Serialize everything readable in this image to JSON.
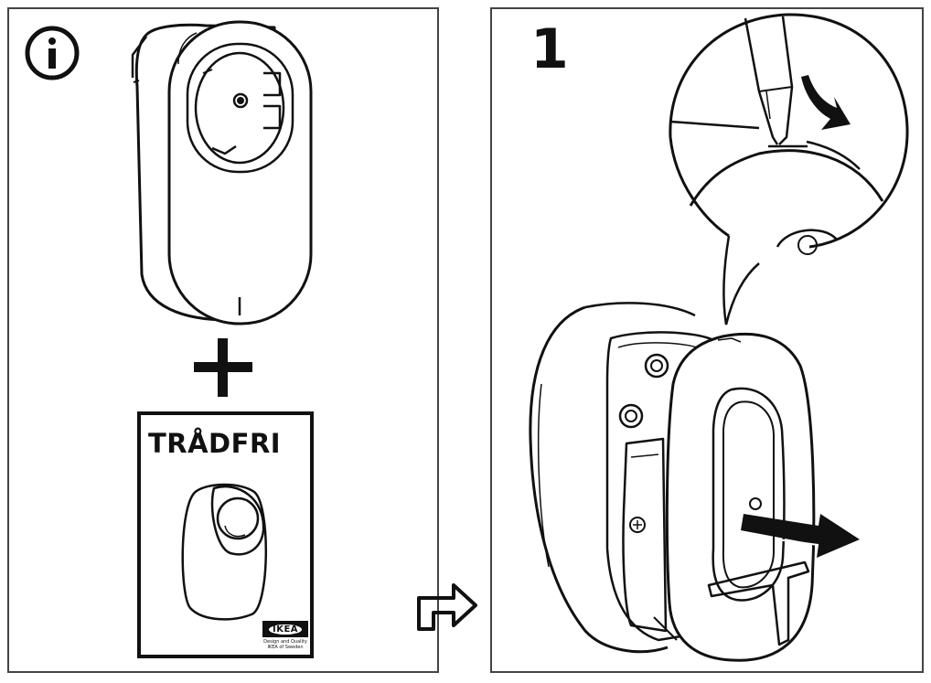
{
  "info_panel": {
    "info_icon": "info-icon",
    "plus_icon": "plus-icon",
    "booklet": {
      "title": "TRÅDFRI",
      "logo_text": "IKEA",
      "tagline_1": "Design and Quality",
      "tagline_2": "IKEA of Sweden"
    }
  },
  "step_panel": {
    "step_number": "1",
    "turn_arrow_icon": "turn-arrow-icon",
    "pull_arrow_icon": "pull-arrow-icon",
    "press_arrow_icon": "curved-arrow-icon"
  },
  "colors": {
    "ink": "#111111",
    "frame": "#444444",
    "background": "#ffffff"
  }
}
